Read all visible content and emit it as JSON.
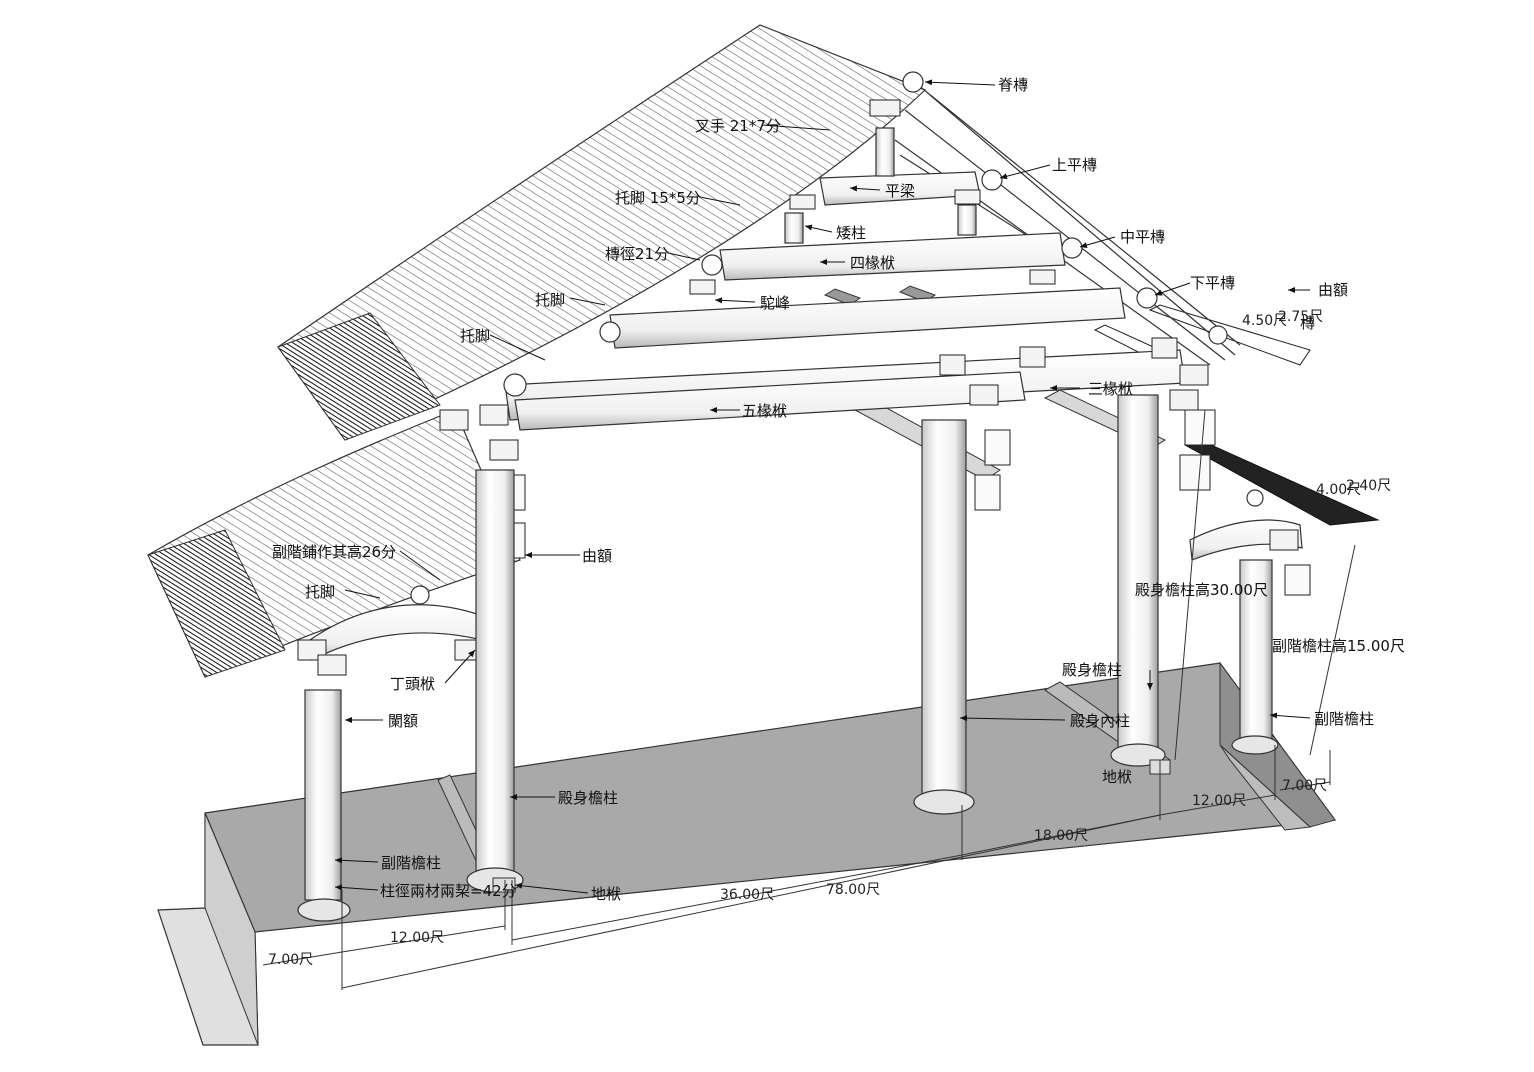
{
  "labels": {
    "ridge_purlin": "脊槫",
    "upper_purlin": "上平槫",
    "middle_purlin": "中平槫",
    "lower_purlin": "下平槫",
    "architrave_right": "由額",
    "architrave_left": "由額",
    "flat_beam": "平梁",
    "short_post": "矮柱",
    "four_rafter_beam": "四椽栿",
    "camel_hump": "駝峰",
    "three_rafter_beam": "三椽栿",
    "five_rafter_beam": "五椽栿",
    "diagonal_brace": "叉手 21*7分",
    "tuojiao_upper": "托脚 15*5分",
    "purlin_diameter": "槫徑21分",
    "tuojiao_1": "托脚",
    "tuojiao_2": "托脚",
    "tuojiao_3": "托脚",
    "bracket_height": "副階鋪作其高26分",
    "dingtou_beam": "丁頭栿",
    "lan_e": "闌額",
    "main_eave_column_left": "殿身檐柱",
    "main_eave_column_right": "殿身檐柱",
    "main_inner_column": "殿身內柱",
    "peristyle_column_left": "副階檐柱",
    "peristyle_column_right": "副階檐柱",
    "column_diameter": "柱徑兩材兩栔=42分",
    "ground_beam_left": "地栿",
    "ground_beam_right": "地栿",
    "main_column_height": "殿身檐柱高30.00尺",
    "peristyle_column_height": "副階檐柱高15.00尺",
    "purlin_right": "槫"
  },
  "dimensions": {
    "left_peristyle_depth": "7.00尺",
    "left_bay": "12.00尺",
    "inner_span": "36.00尺",
    "total_depth": "78.00尺",
    "right_inner_bay": "18.00尺",
    "right_bay": "12.00尺",
    "right_peristyle_depth": "7.00尺",
    "eave_offset_upper": "4.50尺",
    "eave_offset_upper_2": "2.75尺",
    "eave_offset_lower": "4.00尺",
    "eave_offset_lower_2": "2.40尺"
  }
}
